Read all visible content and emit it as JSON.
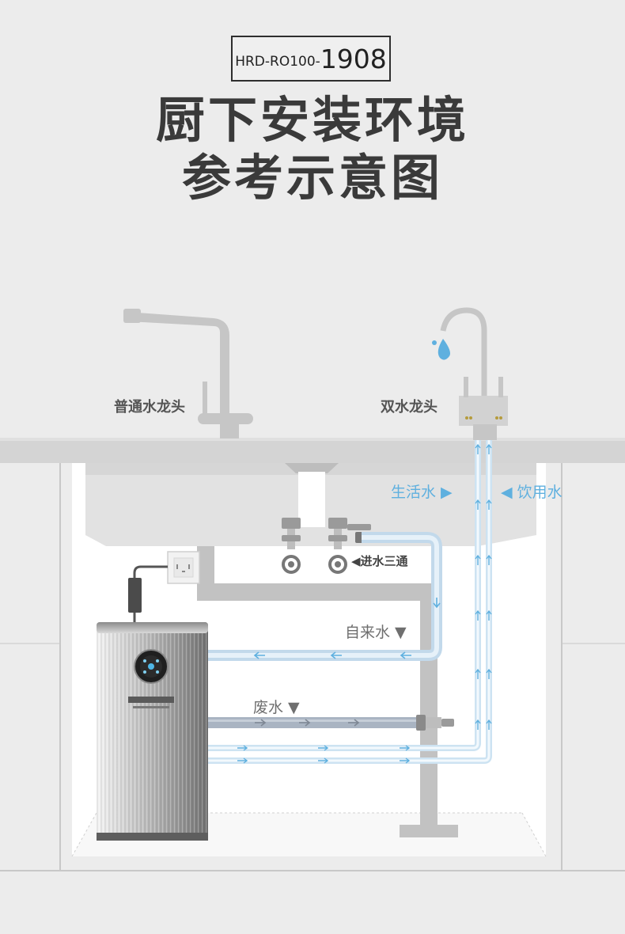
{
  "header": {
    "model_prefix": "HRD-RO100-",
    "model_number": "1908",
    "title_line1": "厨下安装环境",
    "title_line2": "参考示意图"
  },
  "labels": {
    "normal_faucet": "普通水龙头",
    "dual_faucet": "双水龙头",
    "household_water": "生活水 ▶",
    "drinking_water": "◀ 饮用水",
    "inlet_tee": "◀进水三通",
    "tap_water": "自来水 ▼",
    "waste_water": "废水 ▼"
  },
  "colors": {
    "background": "#ececec",
    "title": "#3a3a3a",
    "water_blue": "#5fb0df",
    "pipe_gray": "#9a9a9a"
  }
}
